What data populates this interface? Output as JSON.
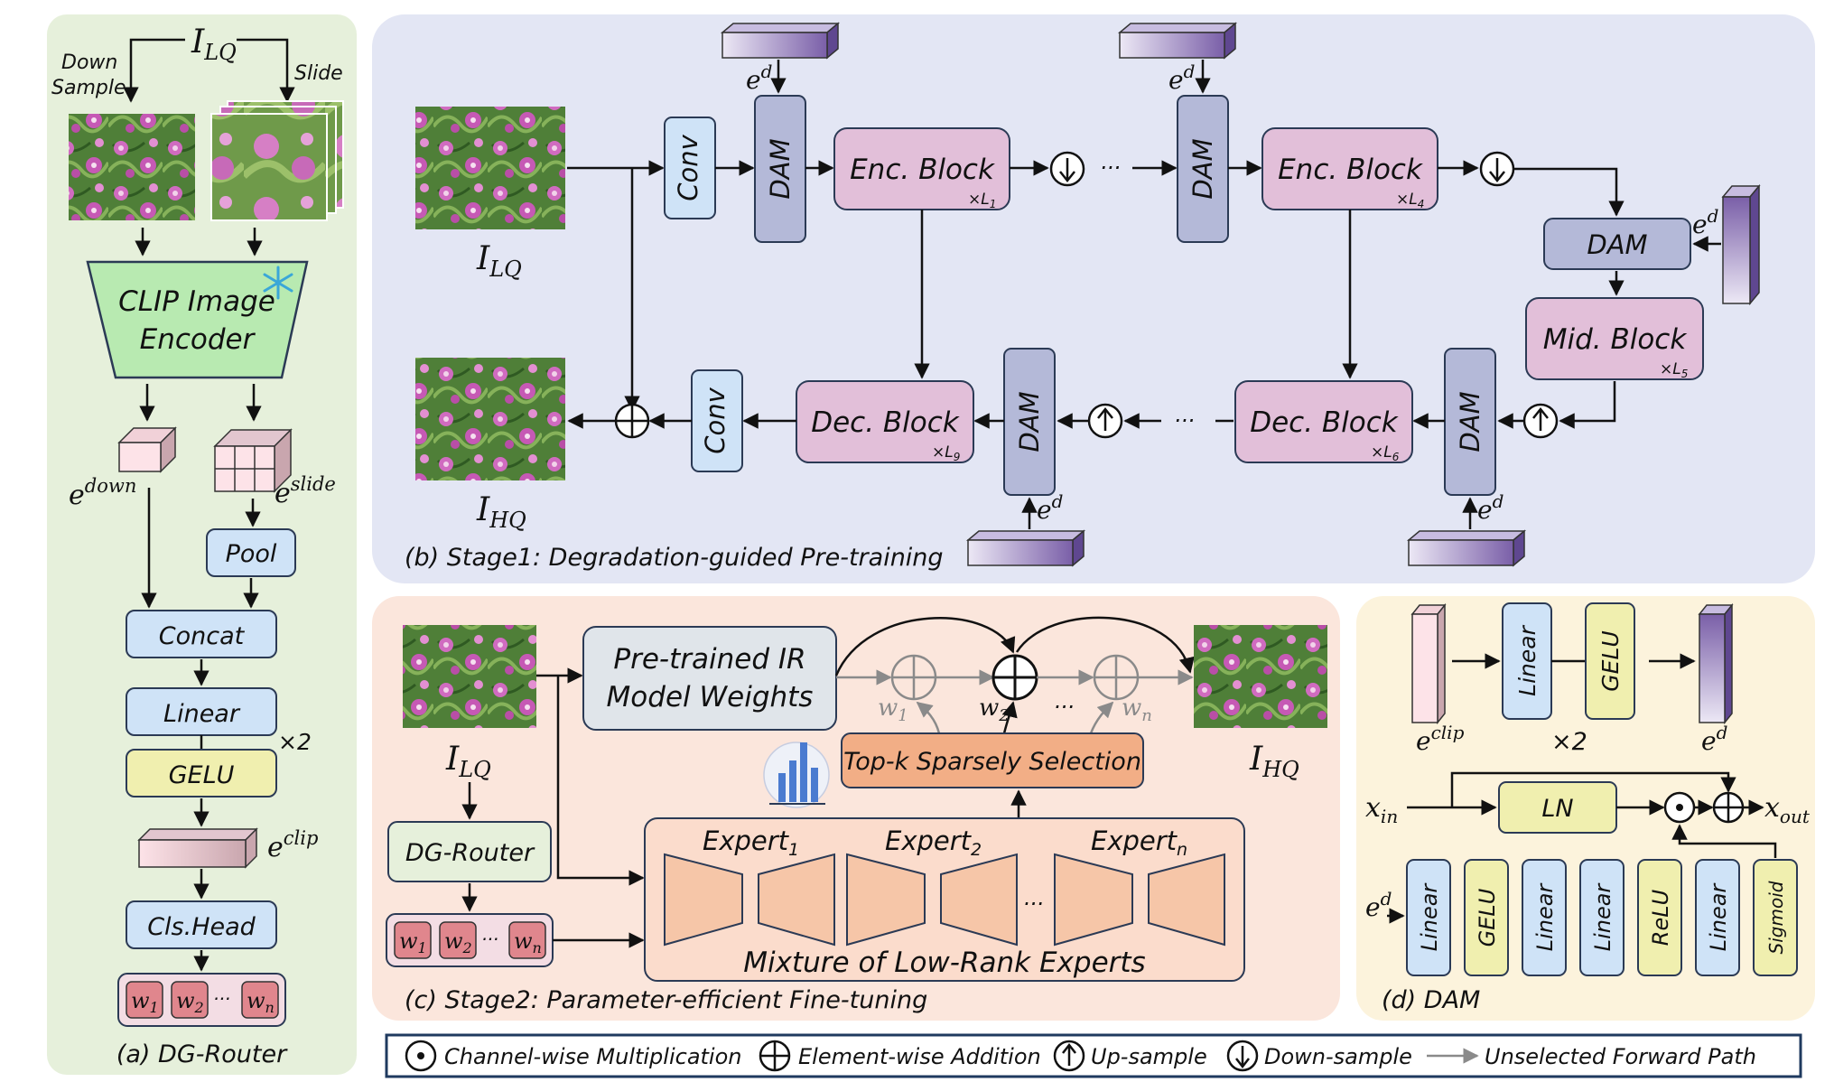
{
  "panels": {
    "a_caption": "(a) DG-Router",
    "b_caption": "(b) Stage1: Degradation-guided Pre-training",
    "c_caption": "(c) Stage2: Parameter-efficient Fine-tuning",
    "d_caption": "(d) DAM"
  },
  "router": {
    "input": "I",
    "input_sub": "LQ",
    "down_label_1": "Down",
    "down_label_2": "Sample",
    "slide_label": "Slide",
    "encoder_1": "CLIP Image",
    "encoder_2": "Encoder",
    "e_down": "e",
    "e_down_sup": "down",
    "e_slide": "e",
    "e_slide_sup": "slide",
    "pool": "Pool",
    "concat": "Concat",
    "linear": "Linear",
    "gelu": "GELU",
    "repeat": "×2",
    "e_clip": "e",
    "e_clip_sup": "clip",
    "cls_head": "Cls.Head",
    "weights": [
      "w",
      "w",
      "w"
    ],
    "weight_subs": [
      "1",
      "2",
      "n"
    ],
    "ellipsis": "···"
  },
  "stage1": {
    "i_lq": "I",
    "i_lq_sub": "LQ",
    "i_hq": "I",
    "i_hq_sub": "HQ",
    "conv": "Conv",
    "dam": "DAM",
    "enc_block": "Enc. Block",
    "dec_block": "Dec. Block",
    "mid_block": "Mid. Block",
    "mult_enc_1": "×L",
    "mult_enc_1_sub": "1",
    "mult_enc_4": "×L",
    "mult_enc_4_sub": "4",
    "mult_mid": "×L",
    "mult_mid_sub": "5",
    "mult_dec_6": "×L",
    "mult_dec_6_sub": "6",
    "mult_dec_9": "×L",
    "mult_dec_9_sub": "9",
    "ed": "e",
    "ed_sup": "d",
    "ellipsis": "···"
  },
  "stage2": {
    "i_lq": "I",
    "i_lq_sub": "LQ",
    "i_hq": "I",
    "i_hq_sub": "HQ",
    "pretrained_1": "Pre-trained IR",
    "pretrained_2": "Model Weights",
    "topk": "Top-k  Sparsely Selection",
    "router": "DG-Router",
    "expert": "Expert",
    "expert_subs": [
      "1",
      "2",
      "n"
    ],
    "mixture": "Mixture of Low-Rank Experts",
    "w": "w",
    "w_subs": [
      "1",
      "2",
      "n"
    ],
    "ellipsis": "···",
    "dots": "..."
  },
  "dam": {
    "e_clip": "e",
    "e_clip_sup": "clip",
    "ed": "e",
    "ed_sup": "d",
    "linear": "Linear",
    "gelu": "GELU",
    "relu": "ReLU",
    "sigmoid": "Sigmoid",
    "ln": "LN",
    "repeat": "×2",
    "x_in": "x",
    "x_in_sub": "in",
    "x_out": "x",
    "x_out_sub": "out"
  },
  "legend": {
    "items": [
      "Channel-wise Multiplication",
      "Element-wise Addition",
      "Up-sample",
      "Down-sample",
      "Unselected Forward Path"
    ]
  },
  "colors": {
    "panel_a": "#e6f0db",
    "panel_b": "#e3e6f4",
    "panel_c": "#fbe6dc",
    "panel_d": "#fcf3dc",
    "blue_box": "#cfe3f7",
    "dam_box": "#b4b9d8",
    "pink_box": "#e2bfd9",
    "yellow_box": "#f0efaf",
    "orange_box": "#f2ae86",
    "expert_fill": "#f6c6a8"
  }
}
